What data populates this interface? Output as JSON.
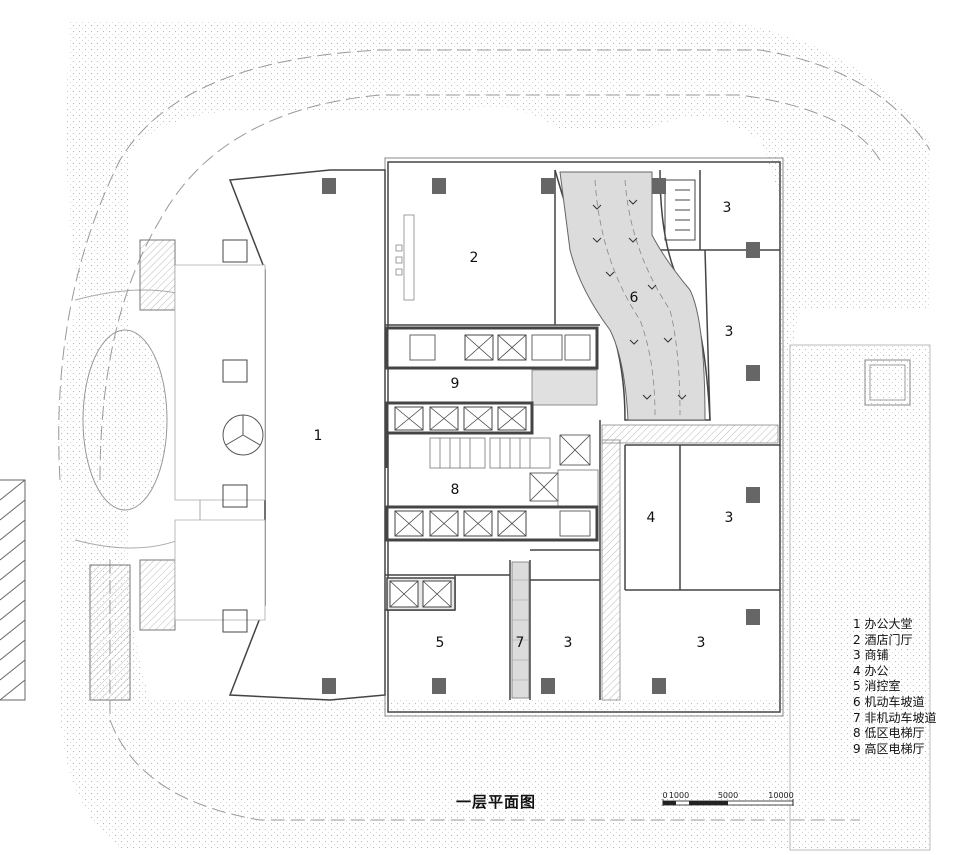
{
  "title": "一层平面图",
  "rooms": [
    {
      "id": "1",
      "label": "1"
    },
    {
      "id": "2",
      "label": "2"
    },
    {
      "id": "3",
      "label": "3"
    },
    {
      "id": "4",
      "label": "4"
    },
    {
      "id": "5",
      "label": "5"
    },
    {
      "id": "6",
      "label": "6"
    },
    {
      "id": "7",
      "label": "7"
    },
    {
      "id": "8",
      "label": "8"
    },
    {
      "id": "9",
      "label": "9"
    }
  ],
  "legend": [
    "1 办公大堂",
    "2 酒店门厅",
    "3 商铺",
    "4 办公",
    "5 消控室",
    "6 机动车坡道",
    "7 非机动车坡道",
    "8 低区电梯厅",
    "9 高区电梯厅"
  ],
  "scale_bar": {
    "labels": [
      "0",
      "1000",
      "5000",
      "10000"
    ]
  },
  "colors": {
    "wall": "#555555",
    "column": "#666666",
    "ramp": "#d9d9d9",
    "site_line": "#999999"
  }
}
